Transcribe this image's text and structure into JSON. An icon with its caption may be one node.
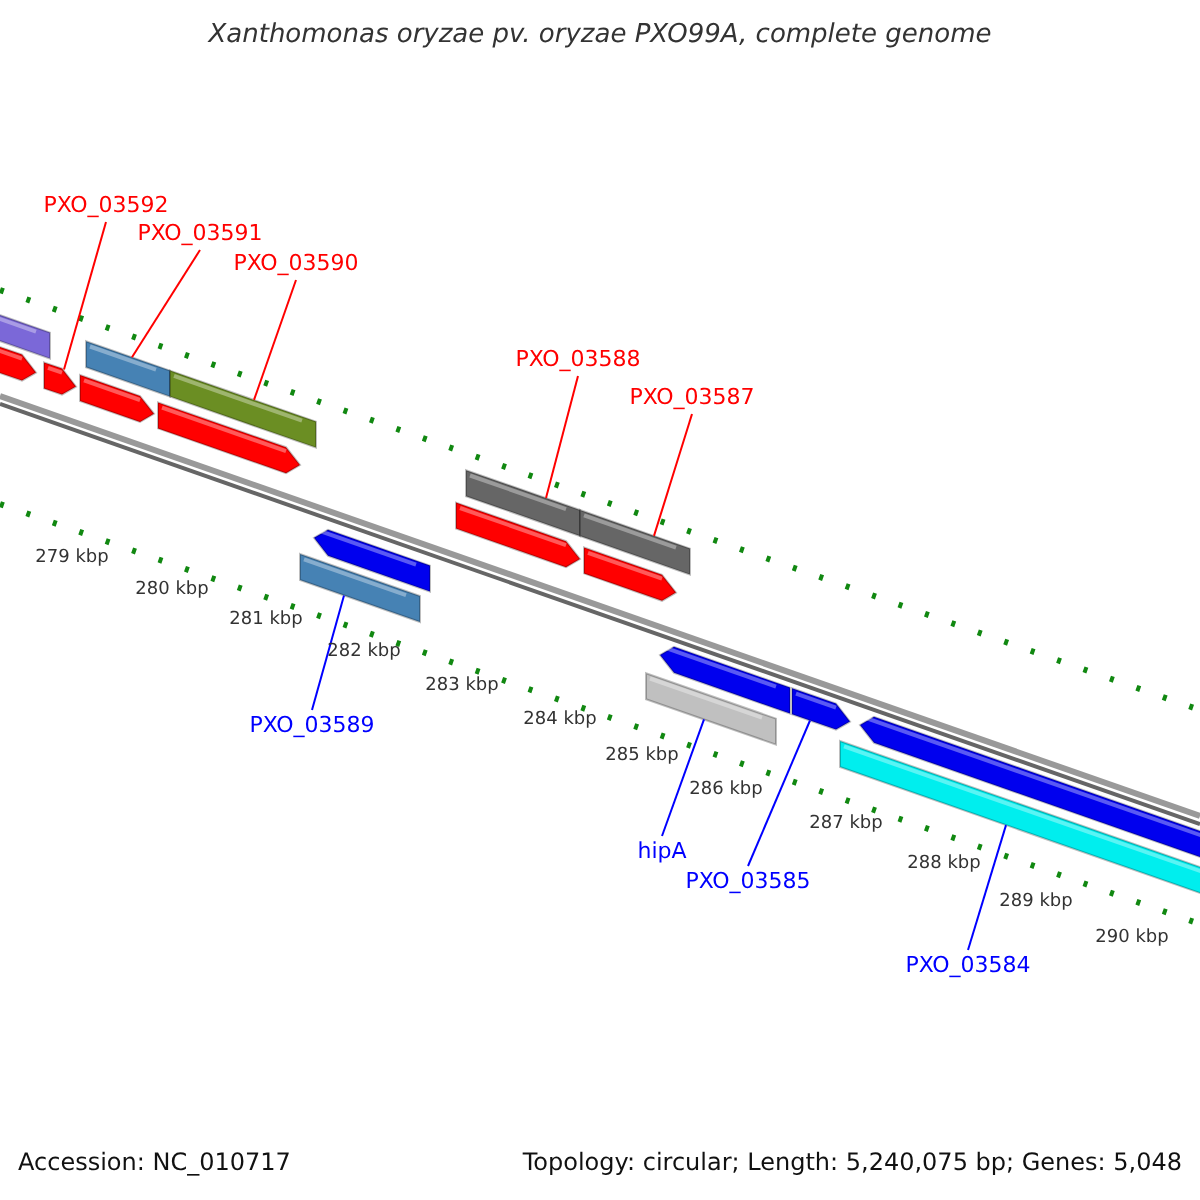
{
  "diagram": {
    "title": "Xanthomonas oryzae pv. oryzae PXO99A, complete genome",
    "nodes": [
      {
        "text": [
          "PXO_03592"
        ]
      },
      {
        "text": [
          "PXO_03591"
        ]
      },
      {
        "text": [
          "PXO_03590"
        ]
      },
      {
        "text": [
          "PXO_03588"
        ]
      },
      {
        "text": [
          "PXO_03587"
        ]
      },
      {
        "text": [
          "PXO_03589"
        ]
      },
      {
        "text": [
          "hipA"
        ]
      },
      {
        "text": [
          "PXO_03585"
        ]
      },
      {
        "text": [
          "PXO_03584"
        ]
      },
      {
        "text": [],
        "shape": "bar"
      },
      {
        "text": [],
        "shape": "arrow"
      },
      {
        "text": [],
        "shape": "arrow"
      },
      {
        "text": [],
        "shape": "bar"
      },
      {
        "text": [],
        "shape": "arrow"
      },
      {
        "text": [],
        "shape": "bar"
      },
      {
        "text": [],
        "shape": "arrow"
      },
      {
        "text": [],
        "shape": "arrow"
      },
      {
        "text": [],
        "shape": "bar"
      },
      {
        "text": [],
        "shape": "bar"
      },
      {
        "text": [],
        "shape": "arrow"
      },
      {
        "text": [],
        "shape": "bar"
      },
      {
        "text": [],
        "shape": "arrow"
      },
      {
        "text": [],
        "shape": "arrow"
      },
      {
        "text": [],
        "shape": "bar"
      },
      {
        "text": [],
        "shape": "arrow"
      },
      {
        "text": [],
        "shape": "arrow"
      },
      {
        "text": [],
        "shape": "bar"
      }
    ],
    "edges": [
      {
        "from": 0,
        "to": 11,
        "arrow": "none"
      },
      {
        "from": 1,
        "to": 12,
        "arrow": "none"
      },
      {
        "from": 2,
        "to": 14,
        "arrow": "none"
      },
      {
        "from": 3,
        "to": 18,
        "arrow": "none"
      },
      {
        "from": 4,
        "to": 20,
        "arrow": "none"
      },
      {
        "from": 5,
        "to": 17,
        "arrow": "none",
        "color": "#0000ff"
      },
      {
        "from": 6,
        "to": 23,
        "arrow": "none",
        "color": "#0000ff"
      },
      {
        "from": 7,
        "to": 24,
        "arrow": "none",
        "color": "#0000ff"
      },
      {
        "from": 8,
        "to": 26,
        "arrow": "none",
        "color": "#0000ff"
      }
    ],
    "labels": [
      "279 kbp",
      "280 kbp",
      "281 kbp",
      "282 kbp",
      "283 kbp",
      "284 kbp",
      "285 kbp",
      "286 kbp",
      "287 kbp",
      "288 kbp",
      "289 kbp",
      "290 kbp",
      "Accession: NC_010717",
      "Topology: circular; Length: 5,240,075 bp; Genes: 5,048"
    ]
  }
}
